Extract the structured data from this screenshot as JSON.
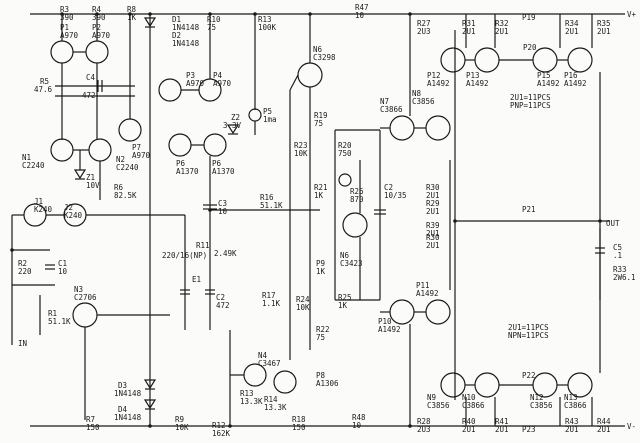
{
  "labels": {
    "R3": "R3",
    "R3v": "390",
    "R4": "R4",
    "R4v": "390",
    "R8": "R8",
    "R8v": "1K",
    "D1": "D1",
    "D1v": "1N4148",
    "D2": "D2",
    "D2v": "1N4148",
    "R10": "R10",
    "R10v": "75",
    "R13": "R13",
    "R13v": "100K",
    "R47": "R47",
    "R47v": "10",
    "R27": "R27",
    "R27v": "2U3",
    "R31": "R31",
    "R31v": "2U1",
    "R32": "R32",
    "R32v": "2U1",
    "P19": "P19",
    "R34": "R34",
    "R34v": "2U1",
    "R35": "R35",
    "R35v": "2U1",
    "P1": "P1",
    "P1v": "A970",
    "P2": "P2",
    "P2v": "A970",
    "N6": "N6",
    "N6v": "C3298",
    "P12": "P12",
    "P12v": "A1492",
    "P13": "P13",
    "P13v": "A1492",
    "P20": "P20",
    "P15": "P15",
    "P15v": "A1492",
    "P16": "P16",
    "P16v": "A1492",
    "R5": "R5",
    "R5v": "47.6",
    "C4": "C4",
    "C4v": "472",
    "P3": "P3",
    "P3v": "A970",
    "P4": "P4",
    "P4v": "A970",
    "P5": "P5",
    "P5v": "1ma",
    "Z2": "Z2",
    "Z2v": "3.3V",
    "R19": "R19",
    "R19v": "75",
    "N7": "N7",
    "N7v": "C3866",
    "N8": "N8",
    "N8v": "C3856",
    "note1": "2U1=11PCS",
    "note2": "PNP=11PCS",
    "N1": "N1",
    "N1v": "C2240",
    "N2": "N2",
    "N2v": "C2240",
    "P7": "P7",
    "P7v": "A970",
    "P6a": "P6",
    "P6av": "A1370",
    "P6b": "P6",
    "P6bv": "A1370",
    "R23": "R23",
    "R23v": "10K",
    "R20": "R20",
    "R20v": "750",
    "Z1": "Z1",
    "Z1v": "10V",
    "R6": "R6",
    "R6v": "82.5K",
    "R21": "R21",
    "R21v": "1K",
    "R26": "R26",
    "R26v": "870",
    "C2b": "C2",
    "C2bv": "10/35",
    "R30a": "R30",
    "R30av": "2U1",
    "J1": "J1",
    "J1v": "K240",
    "J2": "J2",
    "J2v": "K240",
    "C3": "C3",
    "C3v": "10",
    "R16": "R16",
    "R16v": "51.1K",
    "R29": "R29",
    "R29v": "2U1",
    "P21": "P21",
    "R39": "R39",
    "R39v": "2U1",
    "OUT": "OUT",
    "R30b": "R30",
    "R30bv": "2U1",
    "C5": "C5",
    "C5v": ".1",
    "R2": "R2",
    "R2v": "220",
    "C1": "C1",
    "C1v": "10",
    "R11": "R11",
    "R11v": "2.49K",
    "C220": "220/16(NP)",
    "E1": "E1",
    "N6b": "N6",
    "N6bv": "C3423",
    "P9": "P9",
    "P9v": "1K",
    "R33": "R33",
    "R33v": "2W6.1",
    "N3": "N3",
    "N3v": "C2706",
    "C2": "C2",
    "C2v": "472",
    "R17": "R17",
    "R17v": "1.1K",
    "R24": "R24",
    "R24v": "10K",
    "R25": "R25",
    "R25v": "1K",
    "P11": "P11",
    "P11v": "A1492",
    "R1": "R1",
    "R1v": "51.1K",
    "P10": "P10",
    "P10v": "A1492",
    "note3": "2U1=11PCS",
    "note4": "NPN=11PCS",
    "IN": "IN",
    "R22": "R22",
    "R22v": "75",
    "N4": "N4",
    "N4v": "C3467",
    "P8": "P8",
    "P8v": "A1306",
    "P22": "P22",
    "D3": "D3",
    "D3v": "1N4148",
    "N9": "N9",
    "N9v": "C3856",
    "N10": "N10",
    "N10v": "C3866",
    "N12": "N12",
    "N12v": "C3856",
    "N13": "N13",
    "N13v": "C3866",
    "D4": "D4",
    "D4v": "1N4148",
    "R7": "R7",
    "R7v": "150",
    "R9": "R9",
    "R9v": "10K",
    "R12": "R12",
    "R12v": "162K",
    "R13b": "R13",
    "R13bv": "13.3K",
    "R14": "R14",
    "R14v": "13.3K",
    "R18": "R18",
    "R18v": "150",
    "R48": "R48",
    "R48v": "10",
    "R28": "R28",
    "R28v": "2U3",
    "R40": "R40",
    "R40v": "2U1",
    "R41": "R41",
    "R41v": "2U1",
    "P23": "P23",
    "R43": "R43",
    "R43v": "2U1",
    "R44": "R44",
    "R44v": "2U1",
    "Vplus": "V+",
    "Vminus": "V-"
  }
}
